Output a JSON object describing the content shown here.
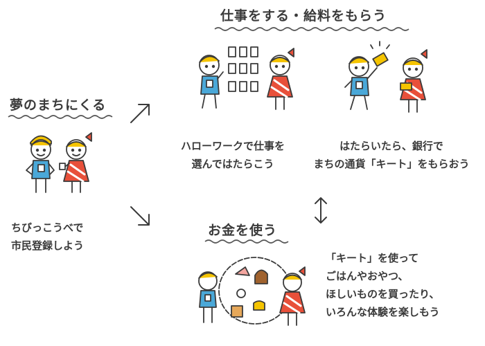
{
  "headings": {
    "work": "仕事をする・給料をもらう",
    "town": "夢のまちにくる",
    "spend": "お金を使う"
  },
  "captions": {
    "hellowork": [
      "ハローワークで仕事を",
      "選んではたらこう"
    ],
    "bank": [
      "はたらいたら、銀行で",
      "まちの通貨「キート」をもらおう"
    ],
    "register": [
      "ちびっこうべで",
      "市民登録しよう"
    ],
    "spend": [
      "「キート」を使って",
      "ごはんやおやつ、",
      "ほしいものを買ったり、",
      "いろんな体験を楽しもう"
    ]
  },
  "colors": {
    "ink": "#3a3a3a",
    "hair": "#f5c400",
    "shirt_blue": "#4aa8d8",
    "dress_red": "#e8503a",
    "wave": "#555555"
  }
}
